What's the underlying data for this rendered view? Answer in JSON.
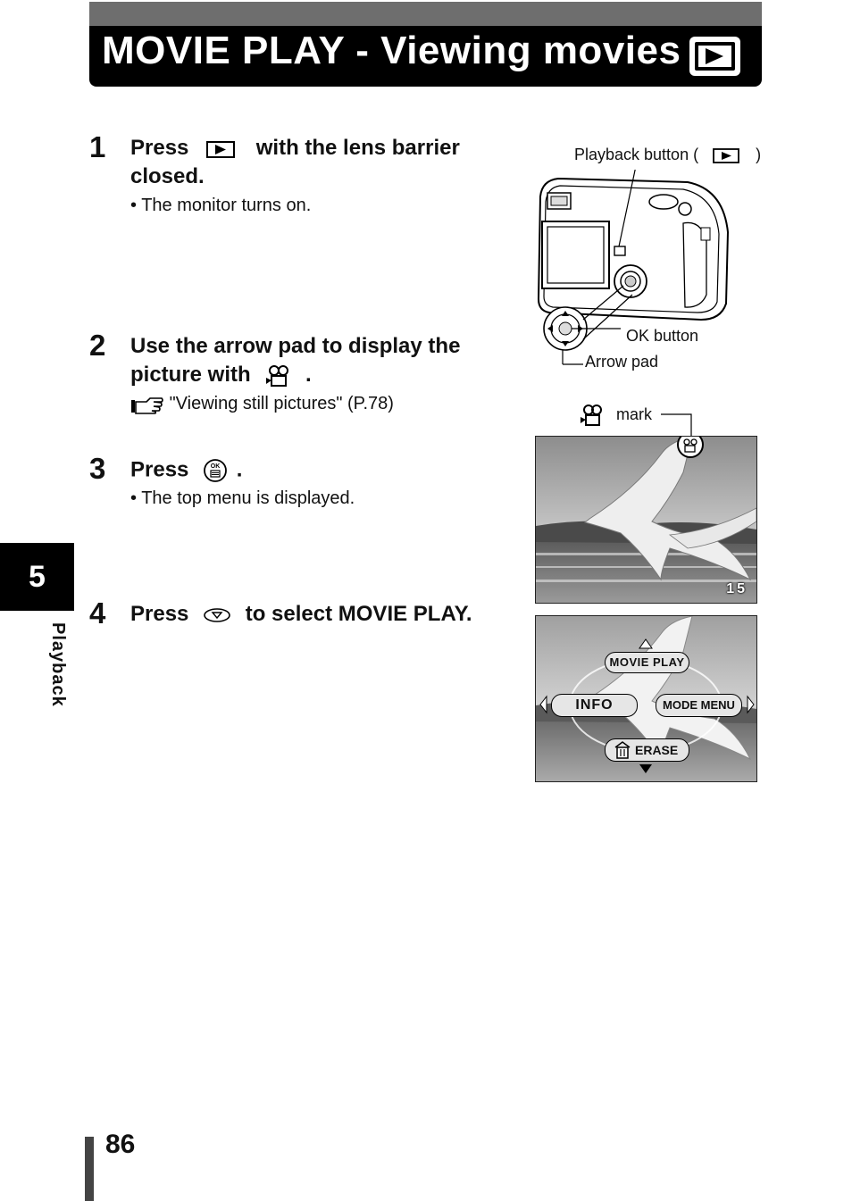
{
  "header": {
    "title": "MOVIE PLAY - Viewing movies",
    "icon": "playback-icon"
  },
  "steps": [
    {
      "number": "1",
      "prefix": "Press",
      "suffix": "with the lens barrier",
      "line2": "closed.",
      "note": "•  The monitor turns on."
    },
    {
      "number": "2",
      "line1": "Use the arrow pad to display the",
      "line2_text": "picture with",
      "line2_end": ".",
      "ref": "\"Viewing still pictures\" (P.78)"
    },
    {
      "number": "3",
      "prefix": "Press",
      "suffix": ".",
      "note": "•  The top menu is displayed."
    },
    {
      "number": "4",
      "prefix": "Press",
      "suffix": "to select MOVIE PLAY."
    }
  ],
  "camera_figure": {
    "playback_label_pre": "Playback button (",
    "playback_label_post": ")",
    "ok_label": "OK button",
    "arrow_label": "Arrow pad"
  },
  "monitor_1": {
    "mark_label": "mark",
    "frame_count": "15"
  },
  "monitor_2": {
    "menu_up": "MOVIE PLAY",
    "menu_left": "INFO",
    "menu_right": "MODE MENU",
    "menu_down": "ERASE"
  },
  "sidebar": {
    "chapter": "5",
    "label": "Playback"
  },
  "footer": {
    "page_number": "86"
  }
}
